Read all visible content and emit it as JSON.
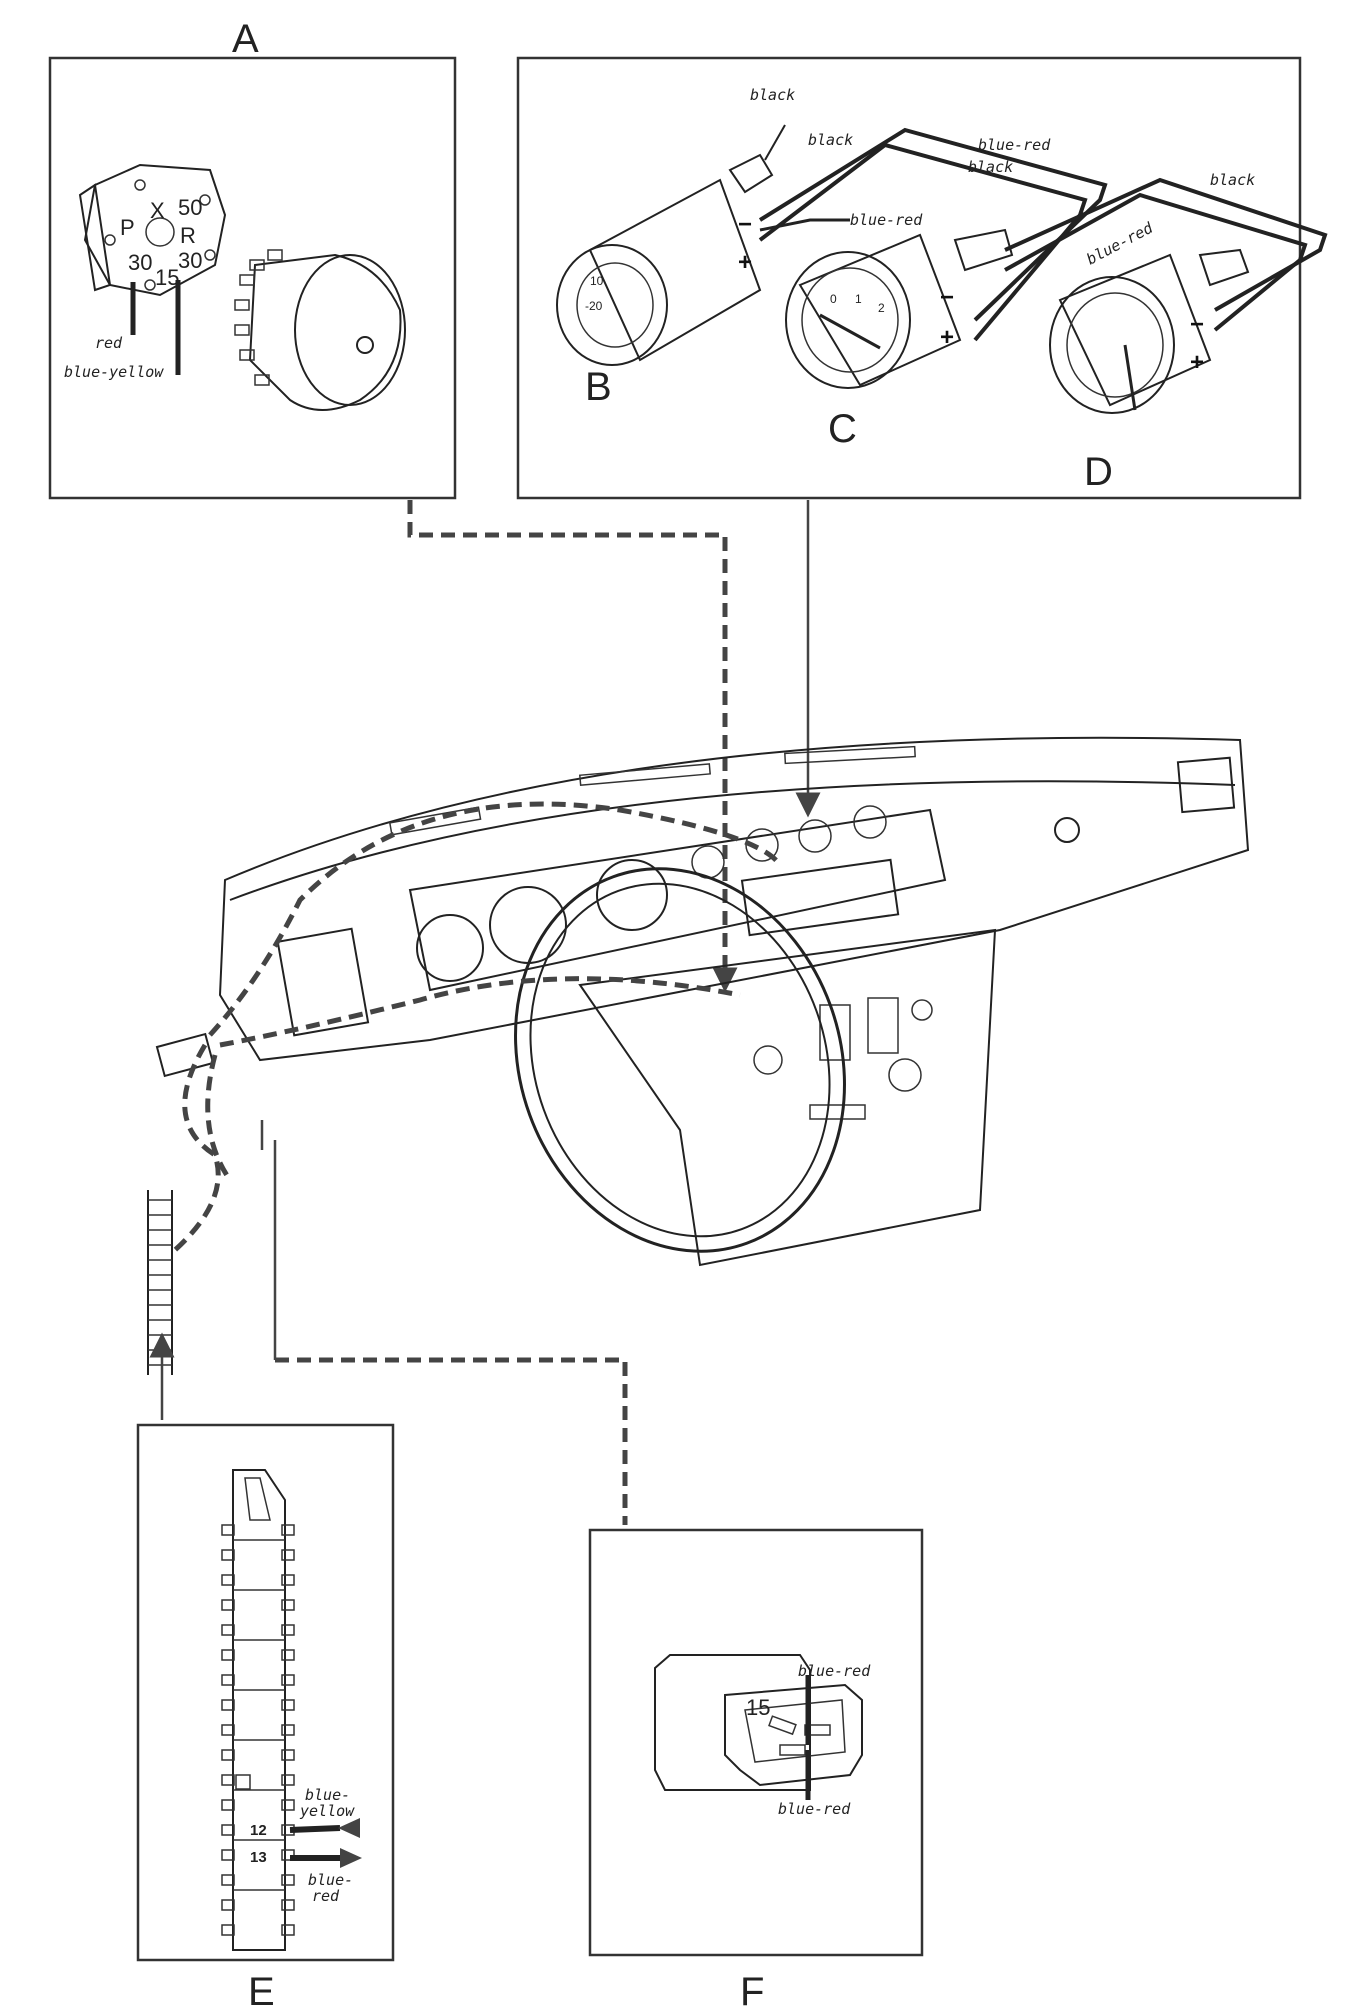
{
  "panels": {
    "A": {
      "letter": "A",
      "labels": {
        "red": "red",
        "blue_yellow": "blue-yellow",
        "x": "X",
        "p": "P",
        "r": "R",
        "t30a": "30",
        "t30b": "30",
        "t50": "50",
        "t15": "15"
      }
    },
    "BCD": {
      "letters": {
        "b": "B",
        "c": "C",
        "d": "D"
      },
      "wires": {
        "black1": "black",
        "black2": "black",
        "blue_red1": "blue-red",
        "blue_red2": "blue-red",
        "black3": "black",
        "black4": "black",
        "blue_red3": "blue-red"
      },
      "gauge_b_ticks": [
        "10",
        "-20"
      ],
      "gauge_c_ticks": [
        "0",
        "1",
        "2"
      ],
      "signs": {
        "minus": "−",
        "plus": "+"
      }
    },
    "E": {
      "letter": "E",
      "terminals": {
        "t12": "12",
        "t13": "13"
      },
      "labels": {
        "blue_yellow_1": "blue-",
        "blue_yellow_2": "yellow",
        "blue_red_1": "blue-",
        "blue_red_2": "red"
      }
    },
    "F": {
      "letter": "F",
      "labels": {
        "t15": "15",
        "blue_red_top": "blue-red",
        "blue_red_bottom": "blue-red"
      }
    }
  }
}
